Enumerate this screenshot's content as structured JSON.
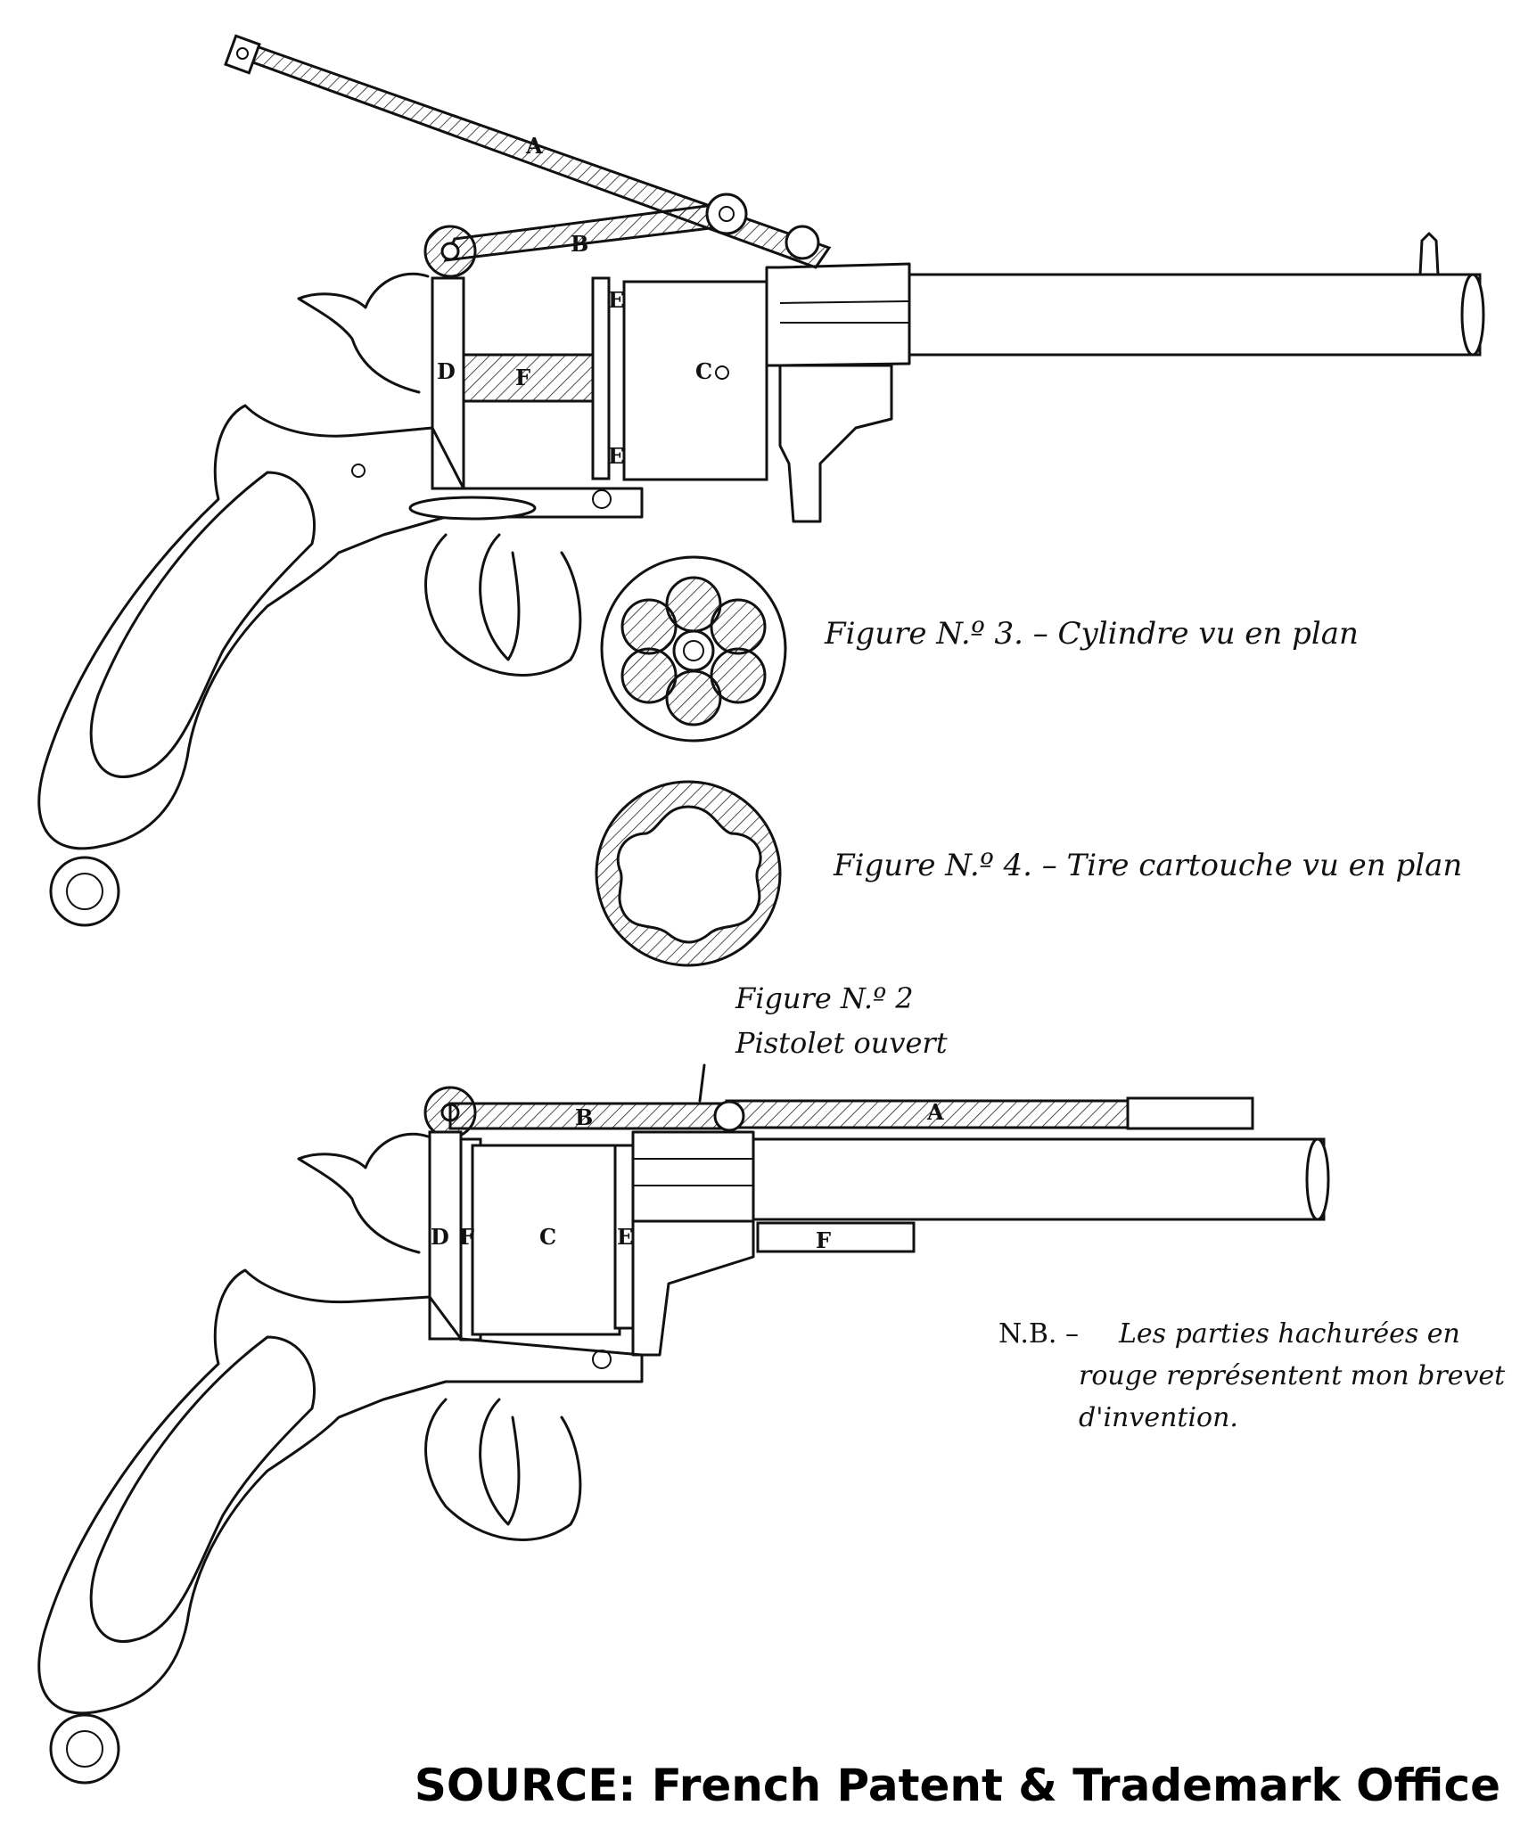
{
  "figure_labels": {
    "A": "A",
    "B": "B",
    "C": "C",
    "D": "D",
    "E": "E",
    "F": "F"
  },
  "captions": {
    "fig3": "Figure N.º 3. – Cylindre vu en plan",
    "fig4": "Figure N.º 4. – Tire cartouche vu en plan",
    "fig2_line1": "Figure N.º 2",
    "fig2_line2": "Pistolet ouvert"
  },
  "note": {
    "prefix": "N.B. –",
    "line1": "Les parties hachurées en",
    "line2": "rouge représentent mon brevet",
    "line3": "d'invention."
  },
  "source": "SOURCE: French Patent & Trademark Office",
  "colors": {
    "ink": "#111111",
    "paper": "#ffffff"
  }
}
